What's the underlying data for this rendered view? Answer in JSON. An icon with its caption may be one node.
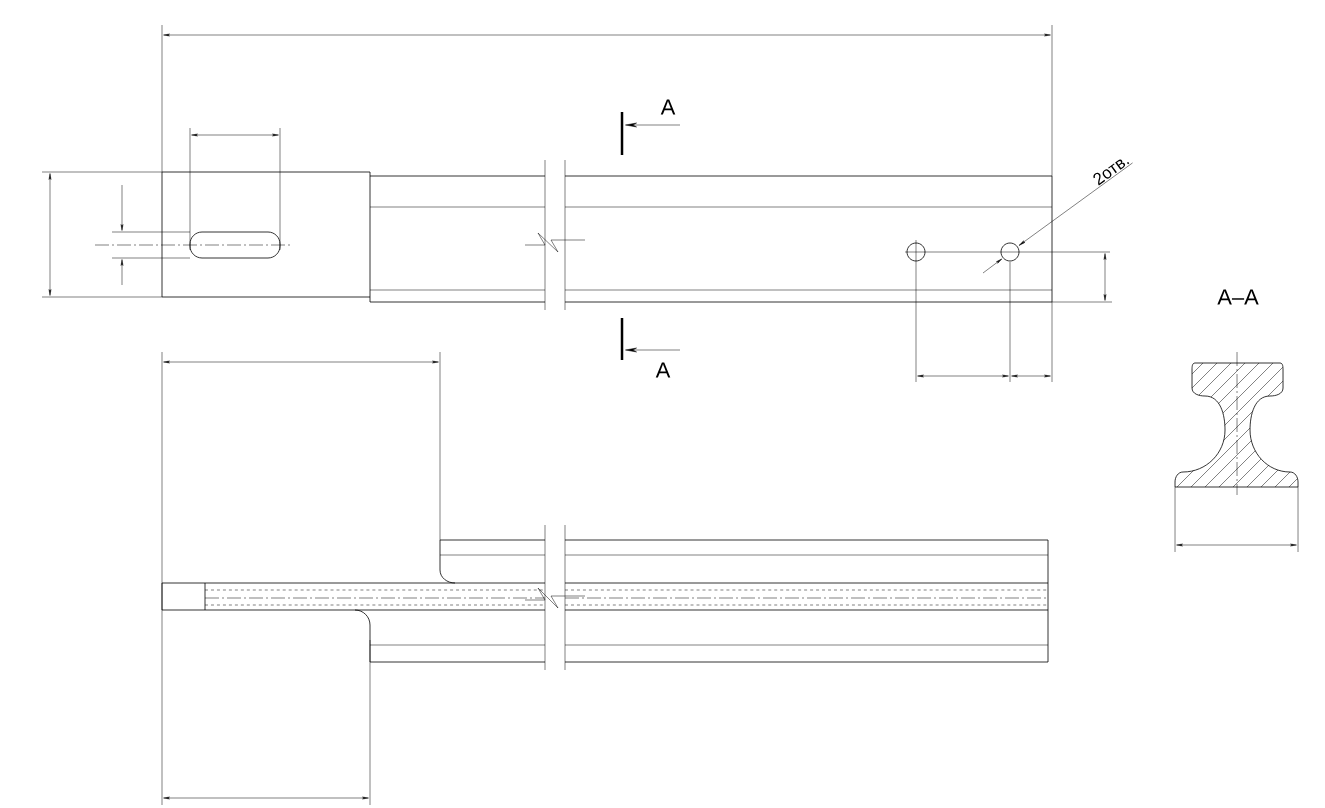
{
  "diagram": {
    "nodes": [
      {
        "text": [
          "2отв."
        ]
      },
      {
        "text": [],
        "shape": "circle"
      }
    ],
    "edges": [
      {
        "from": 0,
        "to": 1,
        "arrow": "to"
      }
    ],
    "labels": [
      "A",
      "A",
      "A–A"
    ]
  }
}
